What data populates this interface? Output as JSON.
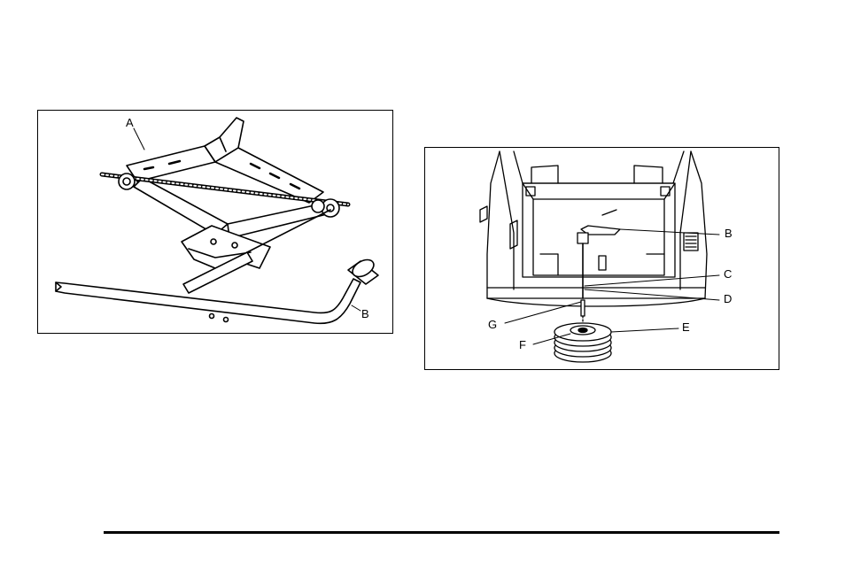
{
  "figure_left": {
    "callouts": {
      "A": "A",
      "B": "B"
    }
  },
  "figure_right": {
    "callouts": {
      "B": "B",
      "C": "C",
      "D": "D",
      "E": "E",
      "F": "F",
      "G": "G"
    }
  }
}
